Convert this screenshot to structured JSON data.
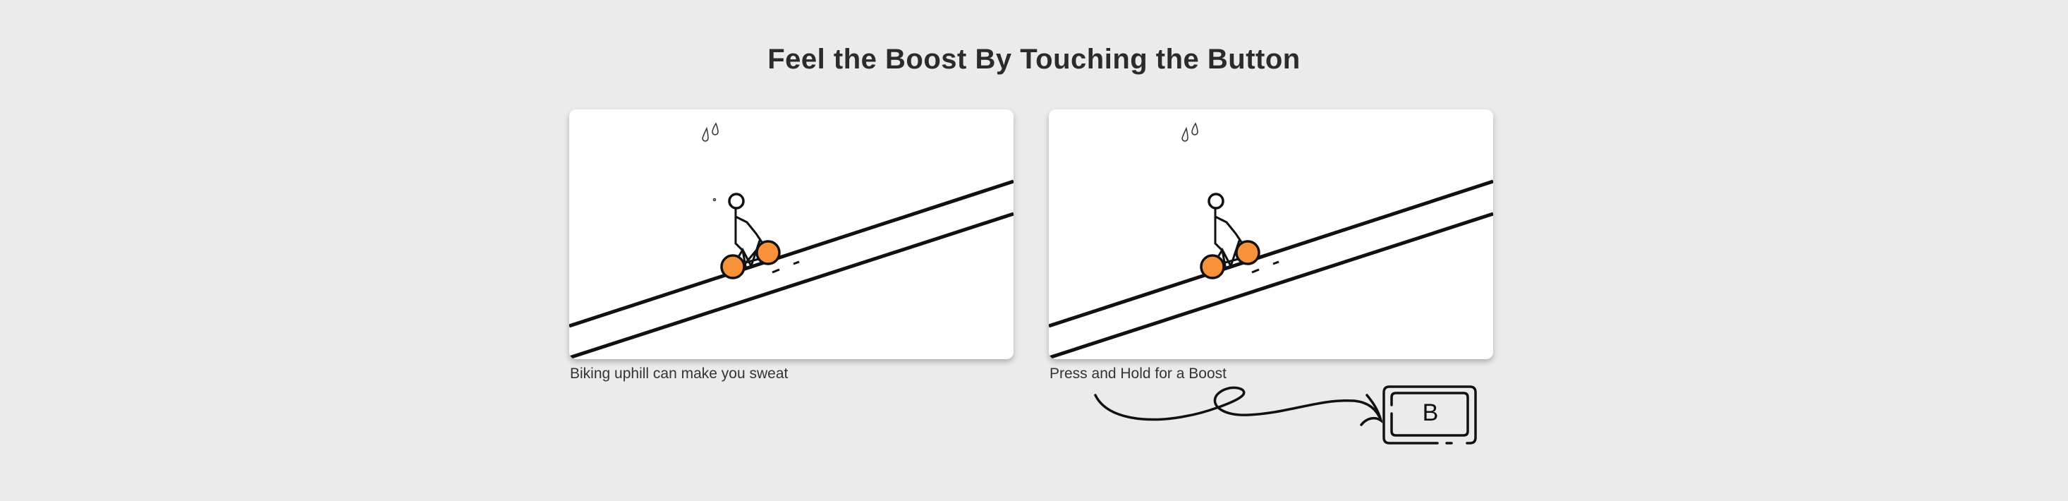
{
  "title": "Feel the Boost By Touching the Button",
  "panels": [
    {
      "caption": "Biking uphill can make you sweat",
      "illustration": "cyclist-sweating-uphill"
    },
    {
      "caption": "Press and Hold for a Boost",
      "illustration": "cyclist-uphill"
    }
  ],
  "boost_button": {
    "label": "B"
  },
  "colors": {
    "wheel": "#f7913a",
    "background": "#ebebeb",
    "ink": "#111111"
  }
}
